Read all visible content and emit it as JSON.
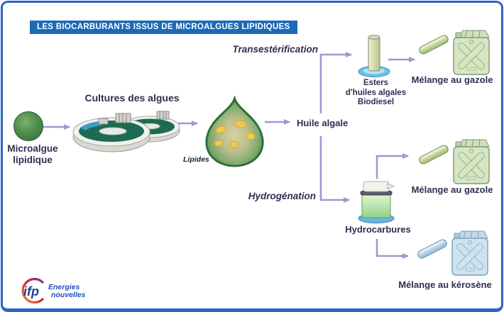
{
  "title": "LES BIOCARBURANTS ISSUS DE MICROALGUES LIPIDIQUES",
  "nodes": {
    "microalgue": "Microalgue\nlipidique",
    "cultures": "Cultures des algues",
    "lipides": "Lipides",
    "huile_algale": "Huile algale",
    "esters": "Esters\nd'huiles algales\nBiodiesel",
    "hydrocarbures": "Hydrocarbures",
    "melange_gazole_top": "Mélange au gazole",
    "melange_gazole_mid": "Mélange au gazole",
    "melange_kerosene": "Mélange au kérosène"
  },
  "processes": {
    "transesterification": "Transestérification",
    "hydrogenation": "Hydrogénation"
  },
  "logo": {
    "acronym": "ifp",
    "tagline1": "Energies",
    "tagline2": "nouvelles"
  },
  "colors": {
    "frame_border": "#2a66c8",
    "title_bg": "#1a6ab8",
    "title_text": "#ffffff",
    "label_text": "#2e2e52",
    "arrow": "#9a9ad0",
    "pond_water_green": "#1d6b52",
    "pond_water_blue": "#3a9fc4",
    "algae_green": "#4e8f4e",
    "lipid_yellow": "#eccb52",
    "can_green": "#d6e6c2",
    "can_blue": "#cfe2ef",
    "base_blue": "#6cc0e8",
    "logo_blue": "#1c3f9b"
  }
}
